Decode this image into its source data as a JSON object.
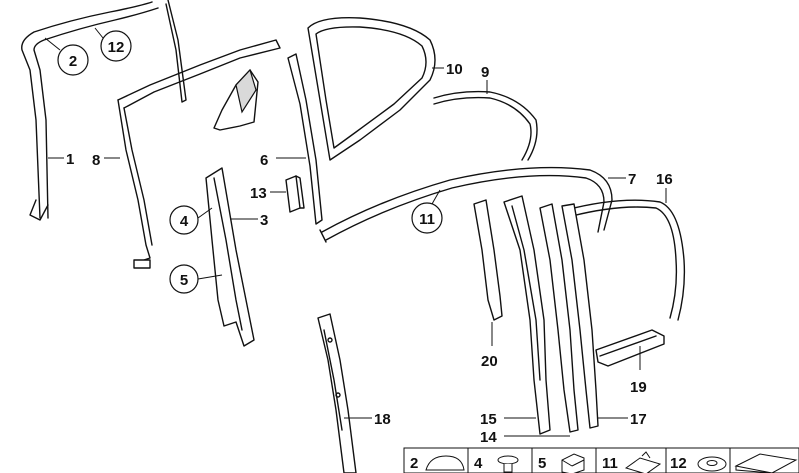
{
  "callouts": {
    "c1": "1",
    "c2": "2",
    "c3": "3",
    "c4": "4",
    "c5": "5",
    "c6": "6",
    "c7": "7",
    "c8": "8",
    "c9": "9",
    "c10": "10",
    "c11": "11",
    "c12": "12",
    "c13": "13",
    "c14": "14",
    "c15": "15",
    "c16": "16",
    "c17": "17",
    "c18": "18",
    "c19": "19",
    "c20": "20"
  },
  "legend": {
    "items": [
      {
        "number": "2",
        "icon": "round-clip-icon"
      },
      {
        "number": "4",
        "icon": "push-pin-clip-icon"
      },
      {
        "number": "5",
        "icon": "bracket-clip-icon"
      },
      {
        "number": "11",
        "icon": "spring-clip-icon"
      },
      {
        "number": "12",
        "icon": "round-pad-icon"
      }
    ],
    "extra_icon": "pad-block-icon"
  }
}
